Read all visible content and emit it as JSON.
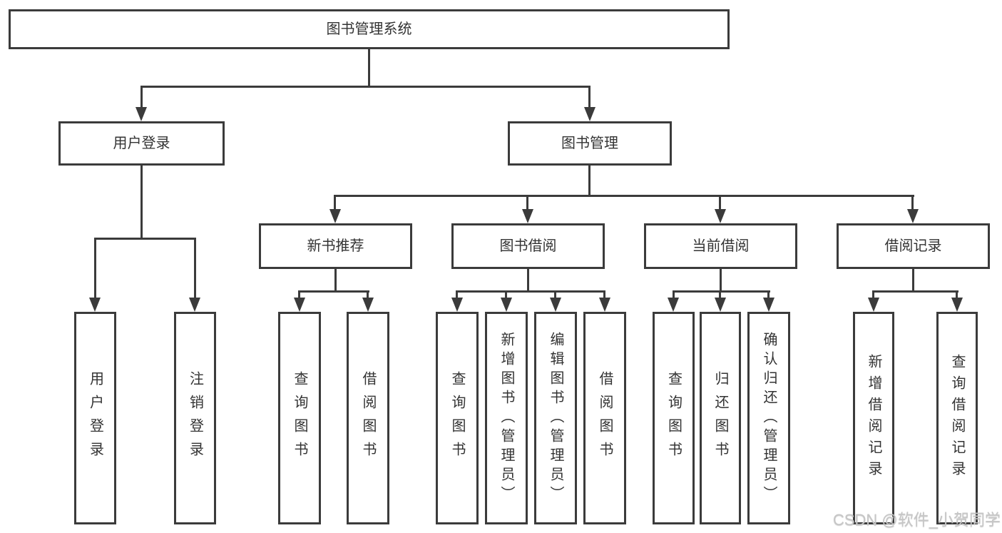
{
  "tree": {
    "root": {
      "label": "图书管理系统"
    },
    "branches": [
      {
        "label": "用户登录",
        "children": [
          {
            "label": "用户登录"
          },
          {
            "label": "注销登录"
          }
        ]
      },
      {
        "label": "图书管理",
        "children": [
          {
            "label": "新书推荐",
            "children": [
              {
                "label": "查询图书"
              },
              {
                "label": "借阅图书"
              }
            ]
          },
          {
            "label": "图书借阅",
            "children": [
              {
                "label": "查询图书"
              },
              {
                "label": "新增图书（管理员）"
              },
              {
                "label": "编辑图书（管理员）"
              },
              {
                "label": "借阅图书"
              }
            ]
          },
          {
            "label": "当前借阅",
            "children": [
              {
                "label": "查询图书"
              },
              {
                "label": "归还图书"
              },
              {
                "label": "确认归还（管理员）"
              }
            ]
          },
          {
            "label": "借阅记录",
            "children": [
              {
                "label": "新增借阅记录"
              },
              {
                "label": "查询借阅记录"
              }
            ]
          }
        ]
      }
    ]
  },
  "watermark": "CSDN @软件_小贺同学",
  "colors": {
    "line": "#3b3b3b",
    "text": "#333333",
    "background": "#ffffff",
    "watermark": "#c6c6c6"
  }
}
